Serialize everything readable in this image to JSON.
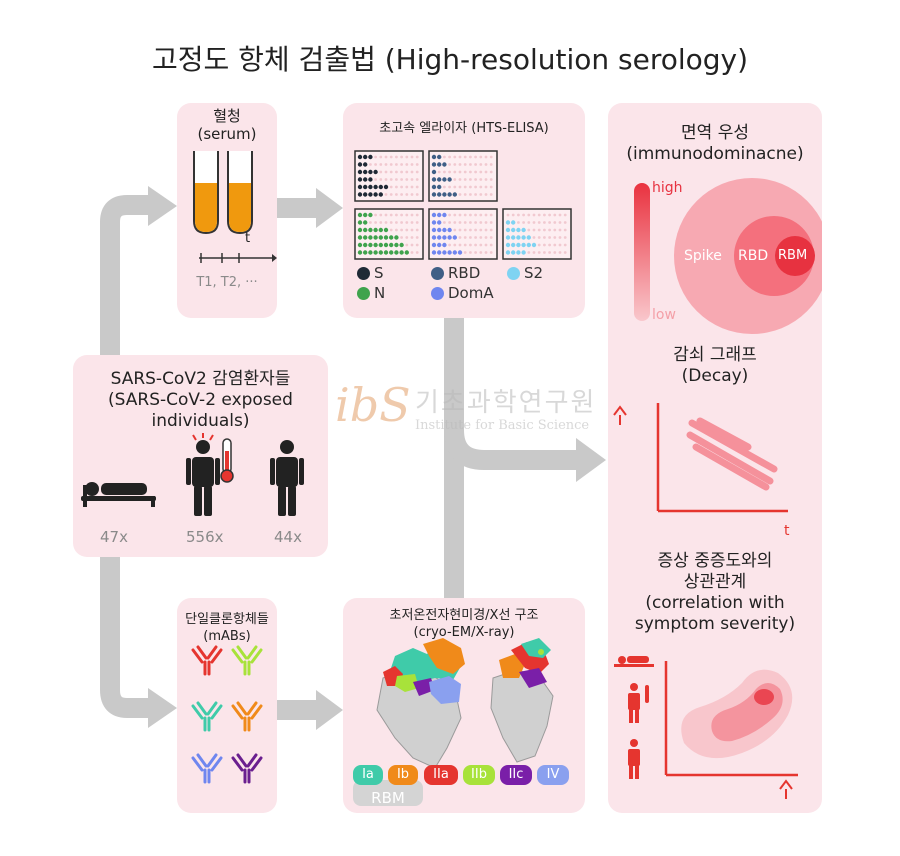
{
  "title": "고정도 항체 검출법 (High-resolution serology)",
  "serum": {
    "title_ko": "혈청",
    "title_en": "(serum)",
    "axis_t": "t",
    "timepoints": "T1, T2, ···"
  },
  "elisa": {
    "title": "초고속 엘라이자 (HTS-ELISA)",
    "legend": [
      {
        "label": "S",
        "color": "#1f2a36"
      },
      {
        "label": "RBD",
        "color": "#3f5f86"
      },
      {
        "label": "S2",
        "color": "#7fd3f2"
      },
      {
        "label": "N",
        "color": "#3fa34d"
      },
      {
        "label": "DomA",
        "color": "#6f86ef"
      }
    ]
  },
  "patients": {
    "title_ko": "SARS-CoV2 감염환자들",
    "title_en_1": "(SARS-CoV-2 exposed",
    "title_en_2": "individuals)",
    "counts": [
      "47x",
      "556x",
      "44x"
    ]
  },
  "mabs": {
    "title_ko": "단일클론항체들",
    "title_en": "(mABs)",
    "colors": [
      "#e5352f",
      "#a8e23a",
      "#3fcba9",
      "#f08a1a",
      "#6f86ef",
      "#6a1f8f"
    ]
  },
  "cryo": {
    "title_ko": "초저온전자현미경/X선 구조",
    "title_en": "(cryo-EM/X-ray)",
    "epitopes": [
      {
        "label": "Ia",
        "color": "#3fcba9"
      },
      {
        "label": "Ib",
        "color": "#f08a1a"
      },
      {
        "label": "IIa",
        "color": "#e5352f"
      },
      {
        "label": "IIb",
        "color": "#a8e23a"
      },
      {
        "label": "IIc",
        "color": "#7a1fa8"
      },
      {
        "label": "IV",
        "color": "#8aa0ef"
      }
    ],
    "rbm_label": "RBM"
  },
  "dominance": {
    "title_ko": "면역 우성",
    "title_en": "(immunodominacne)",
    "high": "high",
    "low": "low",
    "labels": [
      "Spike",
      "RBD",
      "RBM"
    ]
  },
  "decay": {
    "title_ko": "감쇠 그래프",
    "title_en": "(Decay)",
    "axis_t": "t"
  },
  "severity": {
    "title_ko_1": "증상 중증도와의",
    "title_ko_2": "상관관계",
    "title_en_1": "(correlation with",
    "title_en_2": "symptom severity)"
  },
  "watermark": {
    "logo": "ibs",
    "ko": "기초과학연구원",
    "en": "Institute for Basic Science"
  },
  "colors": {
    "panel": "#fbe5ea",
    "arrow": "#c9c9c9",
    "accent": "#f0434f"
  }
}
